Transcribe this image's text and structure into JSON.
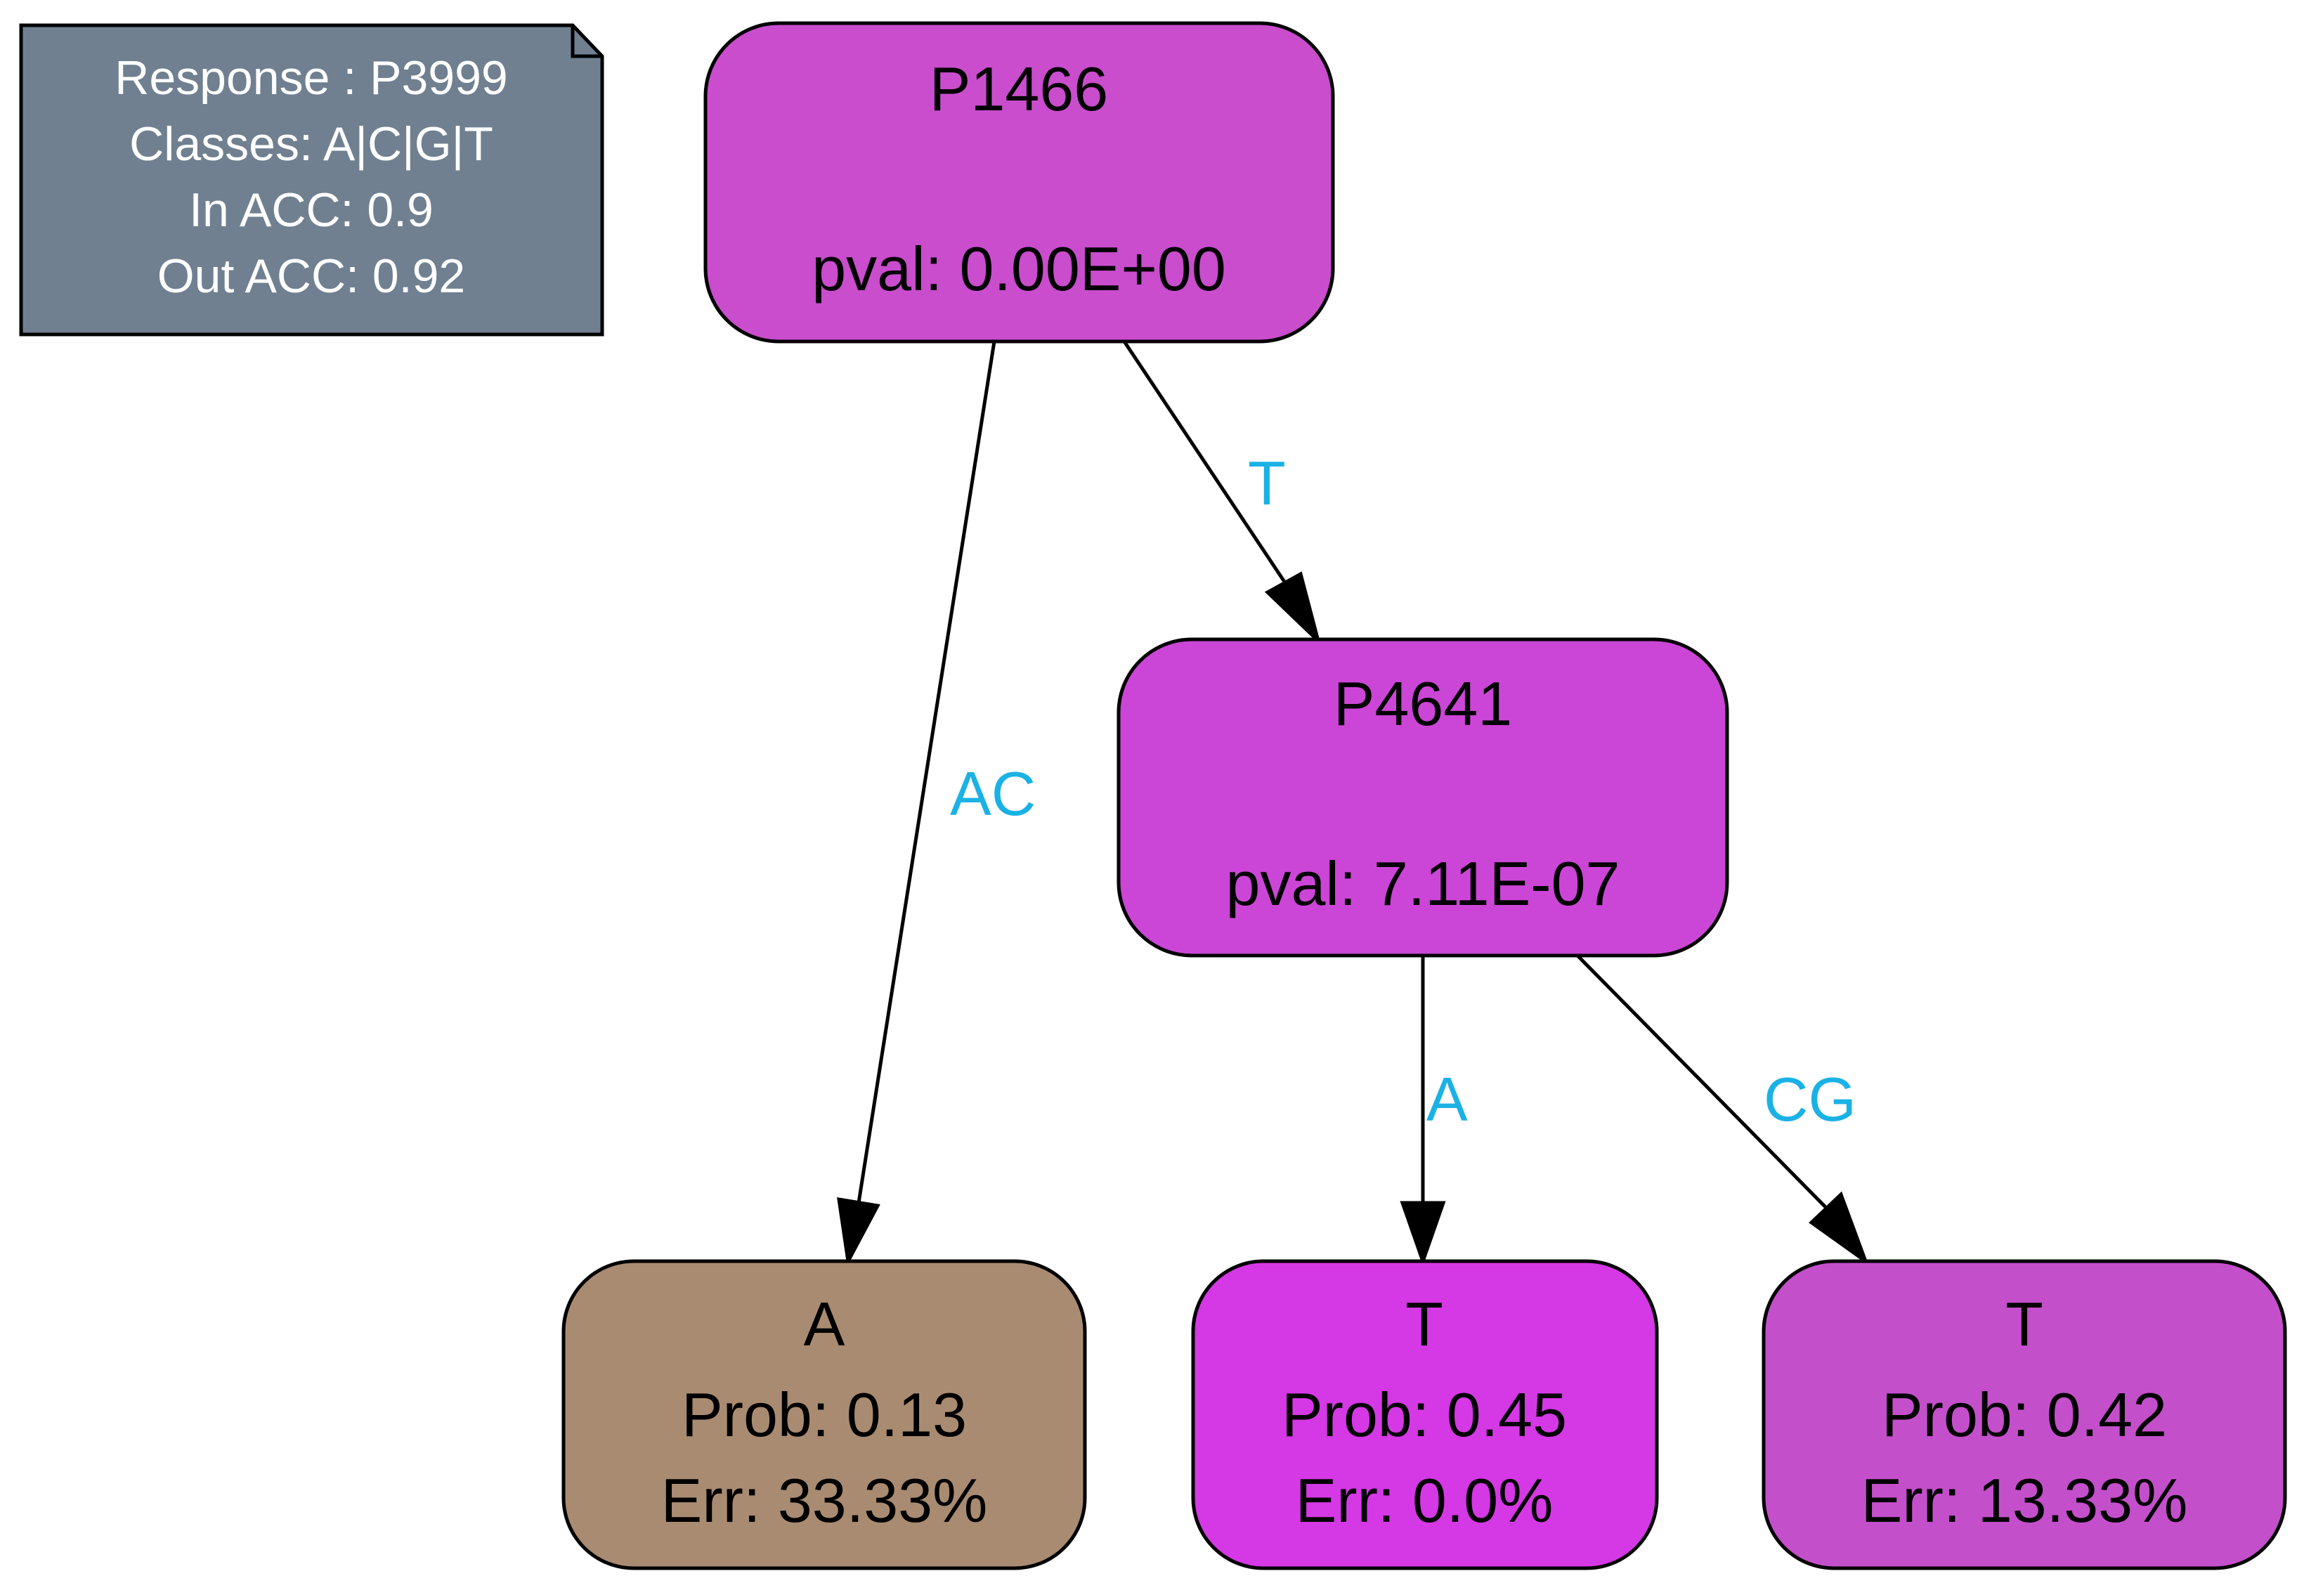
{
  "colors": {
    "note_fill": "#708090",
    "node_stroke": "#000000",
    "edge_label": "#1ab2e5",
    "n_root_fill": "#c94dcd",
    "n_internal_fill": "#cb46d6",
    "leaf_a_fill": "#a98b71",
    "leaf_t1_fill": "#d538e5",
    "leaf_t2_fill": "#c44fcb"
  },
  "note": {
    "response": "Response : P3999",
    "classes": "Classes: A|C|G|T",
    "in_acc": "In ACC: 0.9",
    "out_acc": "Out ACC: 0.92"
  },
  "nodes": {
    "root": {
      "title": "P1466",
      "pval": "pval: 0.00E+00"
    },
    "internal": {
      "title": "P4641",
      "pval": "pval: 7.11E-07"
    },
    "leaf_a": {
      "label": "A",
      "prob": "Prob: 0.13",
      "err": "Err: 33.33%"
    },
    "leaf_t1": {
      "label": "T",
      "prob": "Prob: 0.45",
      "err": "Err: 0.0%"
    },
    "leaf_t2": {
      "label": "T",
      "prob": "Prob: 0.42",
      "err": "Err: 13.33%"
    }
  },
  "edges": {
    "root_to_a": "AC",
    "root_to_internal": "T",
    "internal_to_t1": "A",
    "internal_to_t2": "CG"
  }
}
